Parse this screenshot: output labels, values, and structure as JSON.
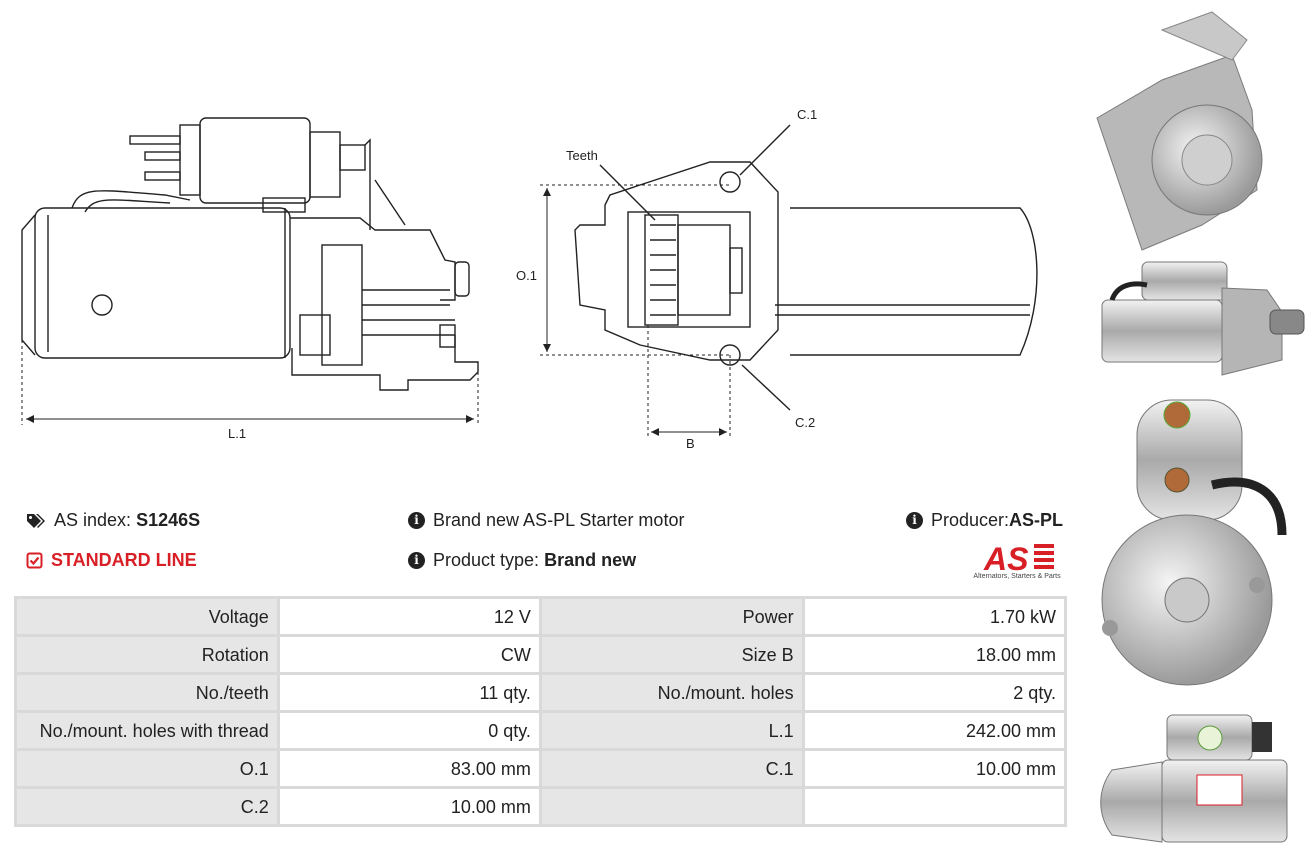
{
  "drawing": {
    "label_l1": "L.1",
    "label_teeth": "Teeth",
    "label_c1": "C.1",
    "label_c2": "C.2",
    "label_o1": "O.1",
    "label_b": "B"
  },
  "info": {
    "as_index_label": "AS index:",
    "as_index_value": "S1246S",
    "description": "Brand new AS-PL Starter motor",
    "producer_label": "Producer:",
    "producer_value": "AS-PL",
    "line": "STANDARD LINE",
    "product_type_label": "Product type:",
    "product_type_value": "Brand new"
  },
  "logo": {
    "text": "AS",
    "tagline": "Alternators, Starters & Parts"
  },
  "specs": [
    [
      {
        "k": "Voltage",
        "v": "12 V"
      },
      {
        "k": "Power",
        "v": "1.70 kW"
      }
    ],
    [
      {
        "k": "Rotation",
        "v": "CW"
      },
      {
        "k": "Size B",
        "v": "18.00 mm"
      }
    ],
    [
      {
        "k": "No./teeth",
        "v": "11 qty."
      },
      {
        "k": "No./mount. holes",
        "v": "2 qty."
      }
    ],
    [
      {
        "k": "No./mount. holes with thread",
        "v": "0 qty."
      },
      {
        "k": "L.1",
        "v": "242.00 mm"
      }
    ],
    [
      {
        "k": "O.1",
        "v": "83.00 mm"
      },
      {
        "k": "C.1",
        "v": "10.00 mm"
      }
    ],
    [
      {
        "k": "C.2",
        "v": "10.00 mm"
      },
      {
        "k": "",
        "v": ""
      }
    ]
  ],
  "colors": {
    "accent": "#d91f26",
    "table_border": "#d9d9d9",
    "key_cell": "#e6e6e6"
  },
  "icons": {
    "tags": "tags-icon",
    "check": "check-square-icon",
    "info": "info-circle-icon"
  }
}
